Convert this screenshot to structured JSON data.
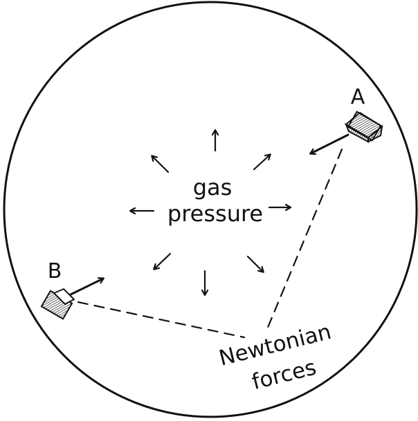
{
  "labels": {
    "block_a": "A",
    "block_b": "B",
    "gas_line1": "gas",
    "gas_line2": "pressure",
    "newtonian_line1": "Newtonian",
    "newtonian_line2": "forces"
  },
  "colors": {
    "ink": "#111111",
    "background": "#ffffff"
  }
}
